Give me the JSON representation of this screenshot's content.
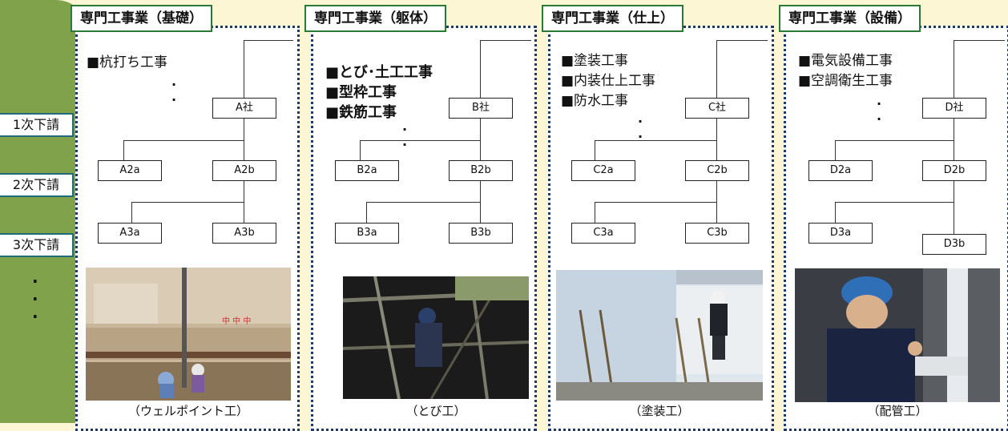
{
  "tiers": [
    "1次下請",
    "2次下請",
    "3次下請"
  ],
  "panels": [
    {
      "title": "専門工事業（基礎）",
      "notes": [
        "■杭打ち工事"
      ],
      "top": "A社",
      "level2": [
        "A2a",
        "A2b"
      ],
      "level3": [
        "A3a",
        "A3b"
      ],
      "caption": "（ウェルポイント工）"
    },
    {
      "title": "専門工事業（躯体）",
      "notes": [
        "■とび･土工工事",
        "■型枠工事",
        "■鉄筋工事"
      ],
      "top": "B社",
      "level2": [
        "B2a",
        "B2b"
      ],
      "level3": [
        "B3a",
        "B3b"
      ],
      "caption": "（とび工）"
    },
    {
      "title": "専門工事業（仕上）",
      "notes": [
        "■塗装工事",
        "■内装仕上工事",
        "■防水工事"
      ],
      "top": "C社",
      "level2": [
        "C2a",
        "C2b"
      ],
      "level3": [
        "C3a",
        "C3b"
      ],
      "caption": "（塗装工）"
    },
    {
      "title": "専門工事業（設備）",
      "notes": [
        "■電気設備工事",
        "■空調衛生工事"
      ],
      "top": "D社",
      "level2": [
        "D2a",
        "D2b"
      ],
      "level3": [
        "D3a",
        "D3b"
      ],
      "caption": "（配管工）"
    }
  ]
}
